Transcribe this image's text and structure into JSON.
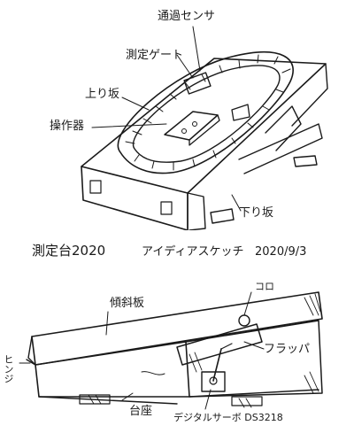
{
  "upper_sketch": {
    "labels": {
      "pass_sensor": "通過センサ",
      "measure_gate": "測定ゲート",
      "up_slope": "上り坂",
      "control_box": "操作器",
      "down_slope": "下り坂"
    }
  },
  "heading": {
    "title": "測定台2020",
    "subtitle": "アイディアスケッチ",
    "date": "2020/9/3"
  },
  "lower_sketch": {
    "labels": {
      "tilt_board": "傾斜板",
      "roller": "コロ",
      "flapper": "フラッパ",
      "hinge": "ヒンジ",
      "base": "台座",
      "servo": "デジタルサーボ DS3218"
    }
  }
}
